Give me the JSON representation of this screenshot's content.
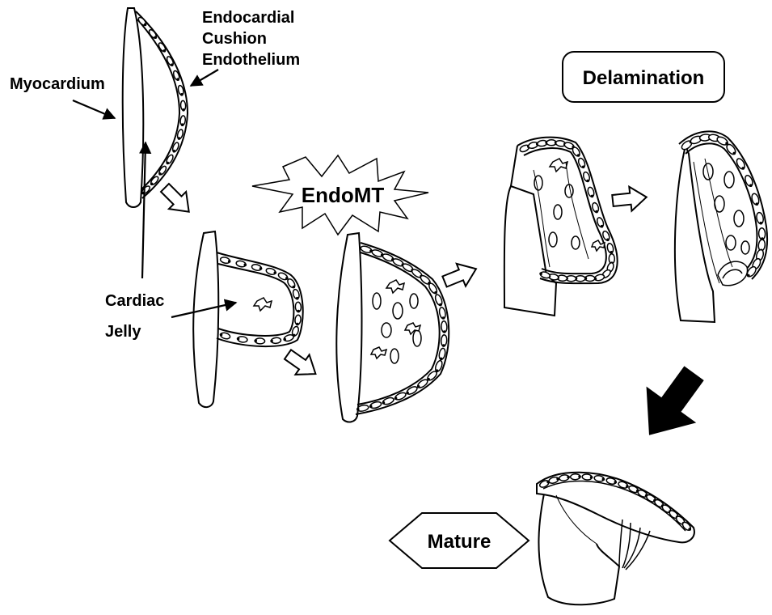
{
  "labels": {
    "endocardial_line1": "Endocardial",
    "endocardial_line2": "Cushion",
    "endocardial_line3": "Endothelium",
    "myocardium": "Myocardium",
    "cardiac_line1": "Cardiac",
    "cardiac_line2": "Jelly",
    "endomt": "EndoMT",
    "delamination": "Delamination",
    "mature": "Mature"
  },
  "colors": {
    "ink": "#000000",
    "paper": "#ffffff",
    "cell_fill": "#ffffff"
  },
  "icons": {
    "hollow_arrow": "outline-arrow-icon",
    "solid_arrow": "solid-black-arrow-icon",
    "burst": "starburst-icon",
    "hexagon": "hexagon-icon"
  }
}
